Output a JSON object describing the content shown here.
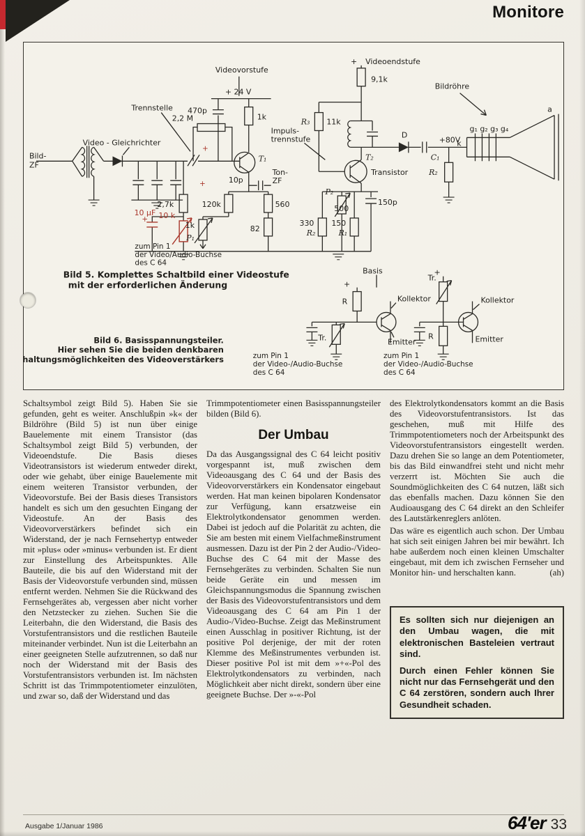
{
  "header": {
    "title": "Monitore"
  },
  "figure": {
    "bild5": {
      "videovorstufe": "Videovorstufe",
      "plus24v": "+ 24 V",
      "c470p": "470p",
      "r1k_top": "1k",
      "trennstelle": "Trennstelle",
      "r22m": "2,2 M",
      "impuls1": "Impuls-",
      "impuls2": "trennstufe",
      "r3": "R₃",
      "r11k": "11k",
      "plus": "+",
      "videoendstufe": "Videoendstufe",
      "r91k": "9,1k",
      "bildroehre": "Bildröhre",
      "video_gleichrichter": "Video - Gleichrichter",
      "bild_zf1": "Bild-",
      "bild_zf2": "ZF",
      "t1": "T₁",
      "ton_zf1": "Ton-",
      "ton_zf2": "ZF",
      "t2": "T₂",
      "transistor": "Transistor",
      "d": "D",
      "c1": "C₁",
      "plus80v": "+80V",
      "grids": "g₁ g₂ g₃ g₄",
      "a": "a",
      "k": "k",
      "r2_right": "R₂",
      "c10p": "10p",
      "r120k": "120k",
      "r560": "560",
      "r27k": "2,7k",
      "c10uf": "10 µF",
      "p10k": "10 k",
      "r1k_p1": "1k",
      "p1": "P₁",
      "r82": "82",
      "p2": "P₂",
      "v500": "500",
      "c150p": "150p",
      "r330": "330",
      "r330_name": "R₂",
      "r150": "150",
      "r150_name": "R₁",
      "zum_pin1": "zum Pin 1",
      "zum_pin2": "der Video/Audio-Buchse",
      "zum_pin3": "des C 64",
      "caption1": "Bild 5. Komplettes Schaltbild einer Videostufe",
      "caption2": "mit der erforderlichen Änderung"
    },
    "bild6": {
      "basis": "Basis",
      "kollektor": "Kollektor",
      "emitter": "Emitter",
      "tr": "Tr.",
      "r": "R",
      "plus": "+",
      "zum_pin1": "zum Pin 1",
      "zum_pin2": "der Video-/Audio-Buchse",
      "zum_pin3": "des C 64",
      "caption1": "Bild 6. Basisspannungsteiler.",
      "caption2": "Hier sehen Sie die beiden denkbaren",
      "caption3": "Schaltungsmöglichkeiten des Videoverstärkers"
    }
  },
  "article": {
    "col1": {
      "p1": "Schaltsymbol zeigt Bild 5). Haben Sie sie gefunden, geht es weiter. Anschlußpin »k« der Bildröhre (Bild 5) ist nun über einige Bauelemente mit einem Transistor (das Schaltsymbol zeigt Bild 5) verbunden, der Videoendstufe. Die Basis dieses Videotransistors ist wiederum entweder direkt, oder wie gehabt, über einige Bauelemente mit einem weiteren Transistor verbunden, der Videovorstufe. Bei der Basis dieses Transistors handelt es sich um den gesuchten Eingang der Videostufe. An der Basis des Videovorverstärkers befindet sich ein Widerstand, der je nach Fernsehertyp entweder mit »plus« oder »minus« verbunden ist. Er dient zur Einstellung des Arbeitspunktes. Alle Bauteile, die bis auf den Widerstand mit der Basis der Videovorstufe verbunden sind, müssen entfernt werden. Nehmen Sie die Rückwand des Fernsehgerätes ab, vergessen aber nicht vorher den Netzstecker zu ziehen. Suchen Sie die Leiterbahn, die den Widerstand, die Basis des Vorstufentransistors und die restlichen Bauteile miteinander verbindet. Nun ist die Leiterbahn an einer geeigneten Stelle aufzutrennen, so daß nur noch der Widerstand mit der Basis des Vorstufentransistors verbunden ist. Im nächsten Schritt ist das Trimmpotentiometer einzulöten, und zwar so, daß der Widerstand und das"
    },
    "col2": {
      "p1": "Trimmpotentiometer einen Basisspannungsteiler bilden (Bild 6).",
      "heading": "Der Umbau",
      "p2": "Da das Ausgangssignal des C 64 leicht positiv vorgespannt ist, muß zwischen dem Videoausgang des C 64 und der Basis des Videovorverstärkers ein Kondensator eingebaut werden. Hat man keinen bipolaren Kondensator zur Verfügung, kann ersatzweise ein Elektrolytkondensator genommen werden. Dabei ist jedoch auf die Polarität zu achten, die Sie am besten mit einem Vielfachmeßinstrument ausmessen. Dazu ist der Pin 2 der Audio-/Video-Buchse des C 64 mit der Masse des Fernsehgerätes zu verbinden. Schalten Sie nun beide Geräte ein und messen im Gleichspannungsmodus die Spannung zwischen der Basis des Videovorstufentransistors und dem Videoausgang des C 64 am Pin 1 der Audio-/Video-Buchse. Zeigt das Meßinstrument einen Ausschlag in positiver Richtung, ist der positive Pol derjenige, der mit der roten Klemme des Meßinstrumentes verbunden ist. Dieser positive Pol ist mit dem »+«-Pol des Elektrolytkondensators zu verbinden, nach Möglichkeit aber nicht direkt, sondern über eine geeignete Buchse. Der »-«-Pol"
    },
    "col3": {
      "p1": "des Elektrolytkondensators kommt an die Basis des Videovorstufentransistors. Ist das geschehen, muß mit Hilfe des Trimmpotentiometers noch der Arbeitspunkt des Videovorstufentransistors eingestellt werden. Dazu drehen Sie so lange an dem Potentiometer, bis das Bild einwandfrei steht und nicht mehr verzerrt ist. Möchten Sie auch die Soundmöglichkeiten des C 64 nutzen, läßt sich das ebenfalls machen. Dazu können Sie den Audioausgang des C 64 direkt an den Schleifer des Lautstärkenreglers anlöten.",
      "p2": "Das wäre es eigentlich auch schon. Der Umbau hat sich seit einigen Jahren bei mir bewährt. Ich habe außerdem noch einen kleinen Umschalter eingebaut, mit dem ich zwischen Fernseher und Monitor hin- und herschalten kann.",
      "byline": "(ah)"
    }
  },
  "warning": {
    "p1": "Es sollten sich nur diejenigen an den Umbau wagen, die mit elektronischen Basteleien vertraut sind.",
    "p2": "Durch einen Fehler können Sie nicht nur das Fernsehgerät und den C 64 zerstören, sondern auch Ihrer Gesundheit schaden."
  },
  "footer": {
    "issue": "Ausgabe 1/Januar 1986",
    "logo": "64'er",
    "page": "33"
  }
}
